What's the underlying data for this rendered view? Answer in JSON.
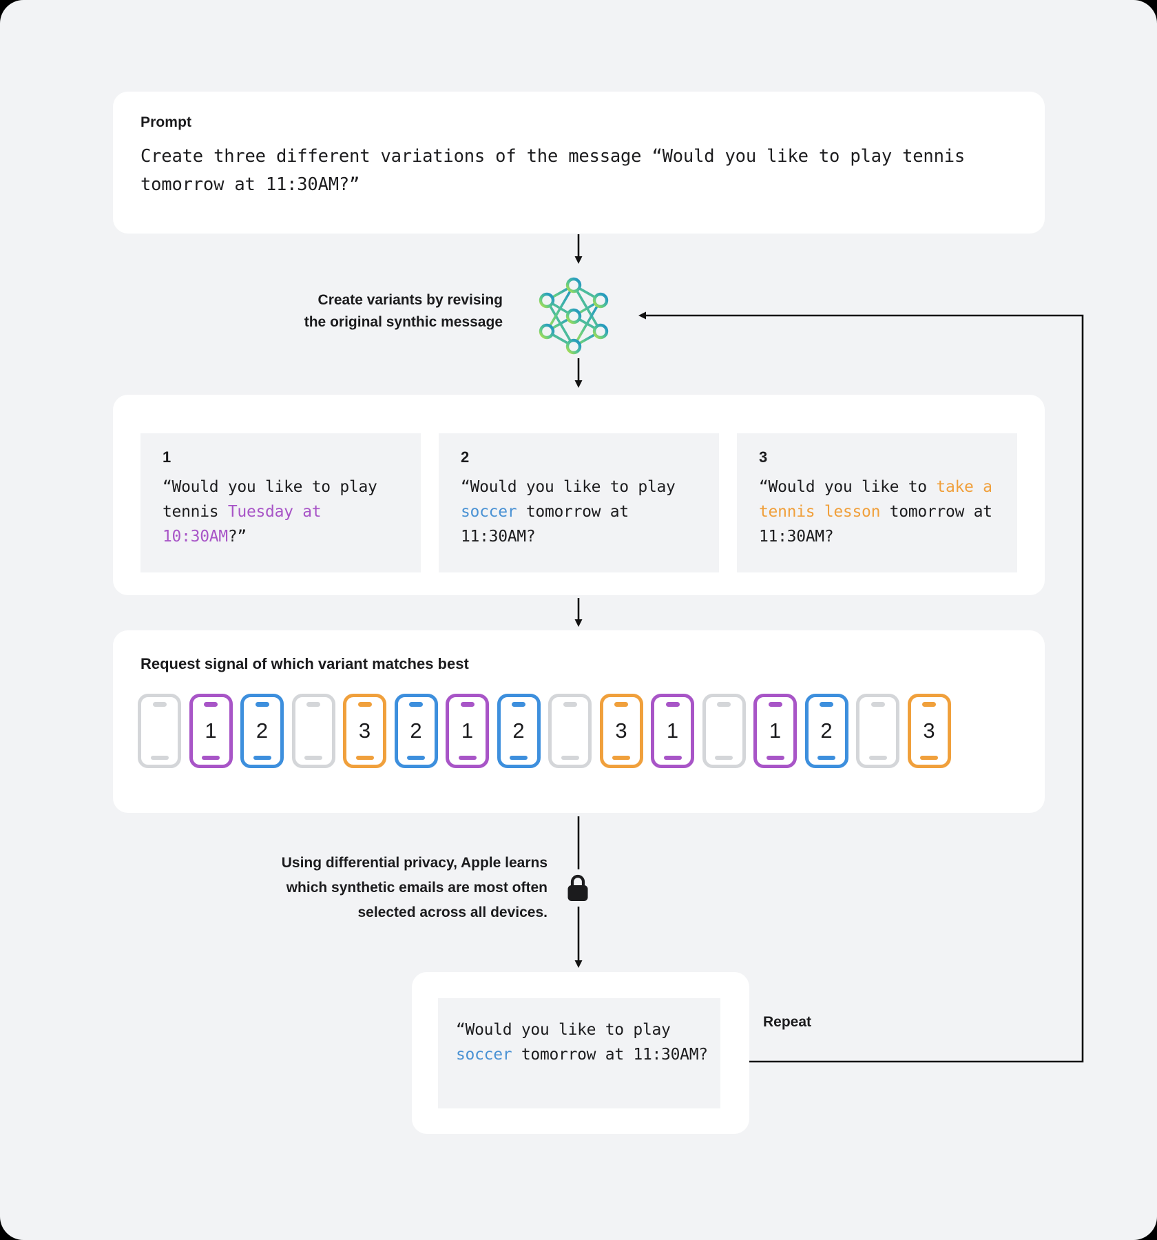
{
  "theme": {
    "page_bg": "#f2f3f5",
    "card_bg": "#ffffff",
    "chip_bg": "#f2f3f5",
    "text": "#1d1d1f",
    "purple": "#a855c7",
    "blue": "#3d8fdd",
    "orange": "#f0a03c",
    "gray": "#d4d6d9",
    "line": "#000000"
  },
  "prompt": {
    "label": "Prompt",
    "text": "Create three different variations of the message “Would you like to play tennis tomorrow at 11:30AM?”"
  },
  "step_create": {
    "caption_line1": "Create variants by revising",
    "caption_line2": "the original synthic message",
    "icon": "neural-network-icon"
  },
  "variants": [
    {
      "number": "1",
      "segments": [
        {
          "text": "“Would you like to play tennis ",
          "color": "none"
        },
        {
          "text": "Tuesday at 10:30AM",
          "color": "purple"
        },
        {
          "text": "?”",
          "color": "none"
        }
      ],
      "plain": "“Would you like to play tennis Tuesday at 10:30AM?”"
    },
    {
      "number": "2",
      "segments": [
        {
          "text": "“Would you like to play ",
          "color": "none"
        },
        {
          "text": "soccer",
          "color": "blue"
        },
        {
          "text": " tomorrow at 11:30AM?",
          "color": "none"
        }
      ],
      "plain": "“Would you like to play soccer tomorrow at 11:30AM?"
    },
    {
      "number": "3",
      "segments": [
        {
          "text": "“Would you like to ",
          "color": "none"
        },
        {
          "text": "take a tennis lesson",
          "color": "orange"
        },
        {
          "text": " tomorrow at 11:30AM?",
          "color": "none"
        }
      ],
      "plain": "“Would you like to take a tennis lesson tomorrow at 11:30AM?"
    }
  ],
  "signal": {
    "title": "Request signal of which variant matches best",
    "devices": [
      {
        "label": "",
        "variant": "none"
      },
      {
        "label": "1",
        "variant": "purple"
      },
      {
        "label": "2",
        "variant": "blue"
      },
      {
        "label": "",
        "variant": "none"
      },
      {
        "label": "3",
        "variant": "orange"
      },
      {
        "label": "2",
        "variant": "blue"
      },
      {
        "label": "1",
        "variant": "purple"
      },
      {
        "label": "2",
        "variant": "blue"
      },
      {
        "label": "",
        "variant": "none"
      },
      {
        "label": "3",
        "variant": "orange"
      },
      {
        "label": "1",
        "variant": "purple"
      },
      {
        "label": "",
        "variant": "none"
      },
      {
        "label": "1",
        "variant": "purple"
      },
      {
        "label": "2",
        "variant": "blue"
      },
      {
        "label": "",
        "variant": "none"
      },
      {
        "label": "3",
        "variant": "orange"
      }
    ]
  },
  "privacy": {
    "line1": "Using differential privacy, Apple learns",
    "line2": "which synthetic emails are most often",
    "line3": "selected across all devices.",
    "icon": "lock-icon"
  },
  "result": {
    "segments": [
      {
        "text": "“Would you like to play ",
        "color": "none"
      },
      {
        "text": "soccer",
        "color": "blue"
      },
      {
        "text": " tomorrow at 11:30AM?",
        "color": "none"
      }
    ],
    "plain": "“Would you like to play soccer tomorrow at 11:30AM?"
  },
  "loop": {
    "label": "Repeat"
  }
}
